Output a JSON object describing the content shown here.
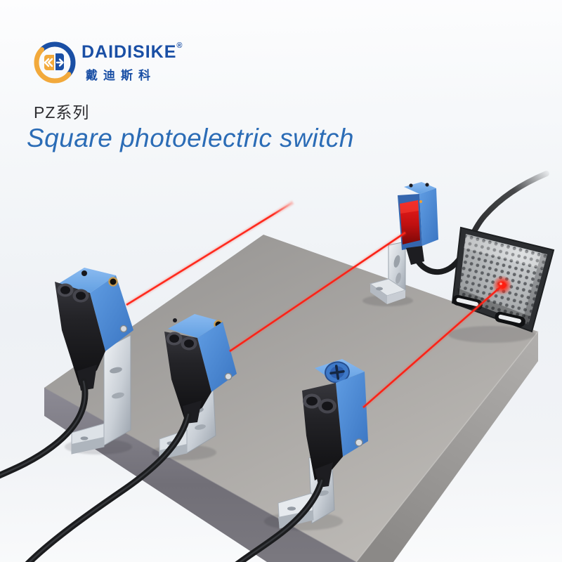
{
  "brand": {
    "name": "DAIDISIKE",
    "registered": "®",
    "name_cn": "戴迪斯科"
  },
  "header": {
    "series": "PZ系列",
    "title": "Square photoelectric switch"
  },
  "scene": {
    "objects": {
      "sensors": "four blue square photoelectric switches on metal L-brackets",
      "reflector": "honeycomb reflector panel with red laser dot",
      "beams": "red laser beams",
      "platform": "gray slab"
    }
  },
  "colors": {
    "brand_blue": "#1a4fa5",
    "logo_orange": "#f2a93b",
    "title_blue": "#2b6cb6",
    "series_text": "#2e2e32",
    "sensor_blue": "#4a8ed8",
    "sensor_face_black": "#1c1c20",
    "laser_red": "#ff2a1e",
    "red_lens": "#c01010",
    "platform_gray": "#a7a5a2",
    "bracket_silver": "#ccd2d8",
    "background": "#f2f4f7"
  }
}
